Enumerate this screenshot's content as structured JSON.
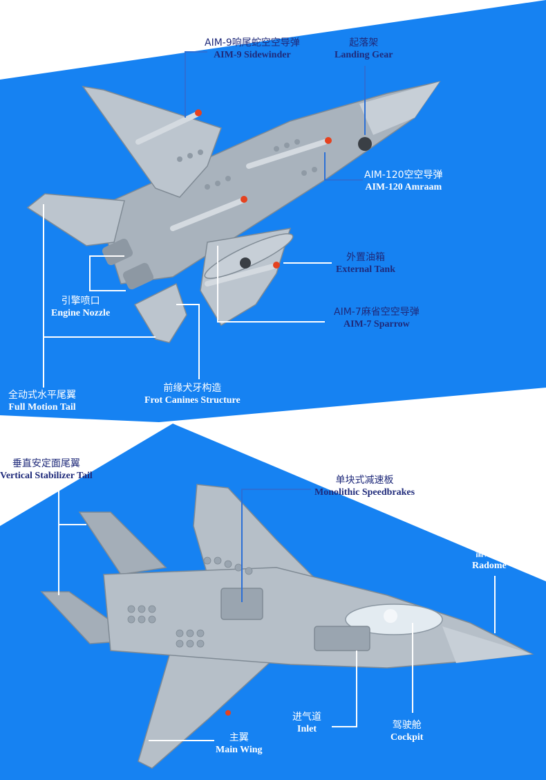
{
  "colors": {
    "blue": "#1682f2",
    "white": "#ffffff",
    "label_dark": "#1f2a7a",
    "aircraft_gray": "#a9b3bd",
    "aircraft_light": "#c7cfd7",
    "missile_tip": "#e5421f"
  },
  "top_view": {
    "callouts": [
      {
        "zh": "AIM-9响尾蛇空空导弹",
        "en": "AIM-9 Sidewinder"
      },
      {
        "zh": "起落架",
        "en": "Landing Gear"
      },
      {
        "zh": "AIM-120空空导弹",
        "en": "AIM-120 Amraam"
      },
      {
        "zh": "外置油箱",
        "en": "External Tank"
      },
      {
        "zh": "引擎喷口",
        "en": "Engine Nozzle"
      },
      {
        "zh": "AIM-7麻省空空导弹",
        "en": "AIM-7 Sparrow"
      },
      {
        "zh": "全动式水平尾翼",
        "en": "Full Motion Tail"
      },
      {
        "zh": "前缘犬牙构造",
        "en": "Frot Canines Structure"
      }
    ]
  },
  "bottom_view": {
    "callouts": [
      {
        "zh": "垂直安定面尾翼",
        "en": "Vertical Stabilizer Tail"
      },
      {
        "zh": "单块式减速板",
        "en": "Monolithic Speedbrakes"
      },
      {
        "zh": "雷达罩",
        "en": "Radome"
      },
      {
        "zh": "进气道",
        "en": "Inlet"
      },
      {
        "zh": "驾驶舱",
        "en": "Cockpit"
      },
      {
        "zh": "主翼",
        "en": "Main Wing"
      }
    ]
  }
}
